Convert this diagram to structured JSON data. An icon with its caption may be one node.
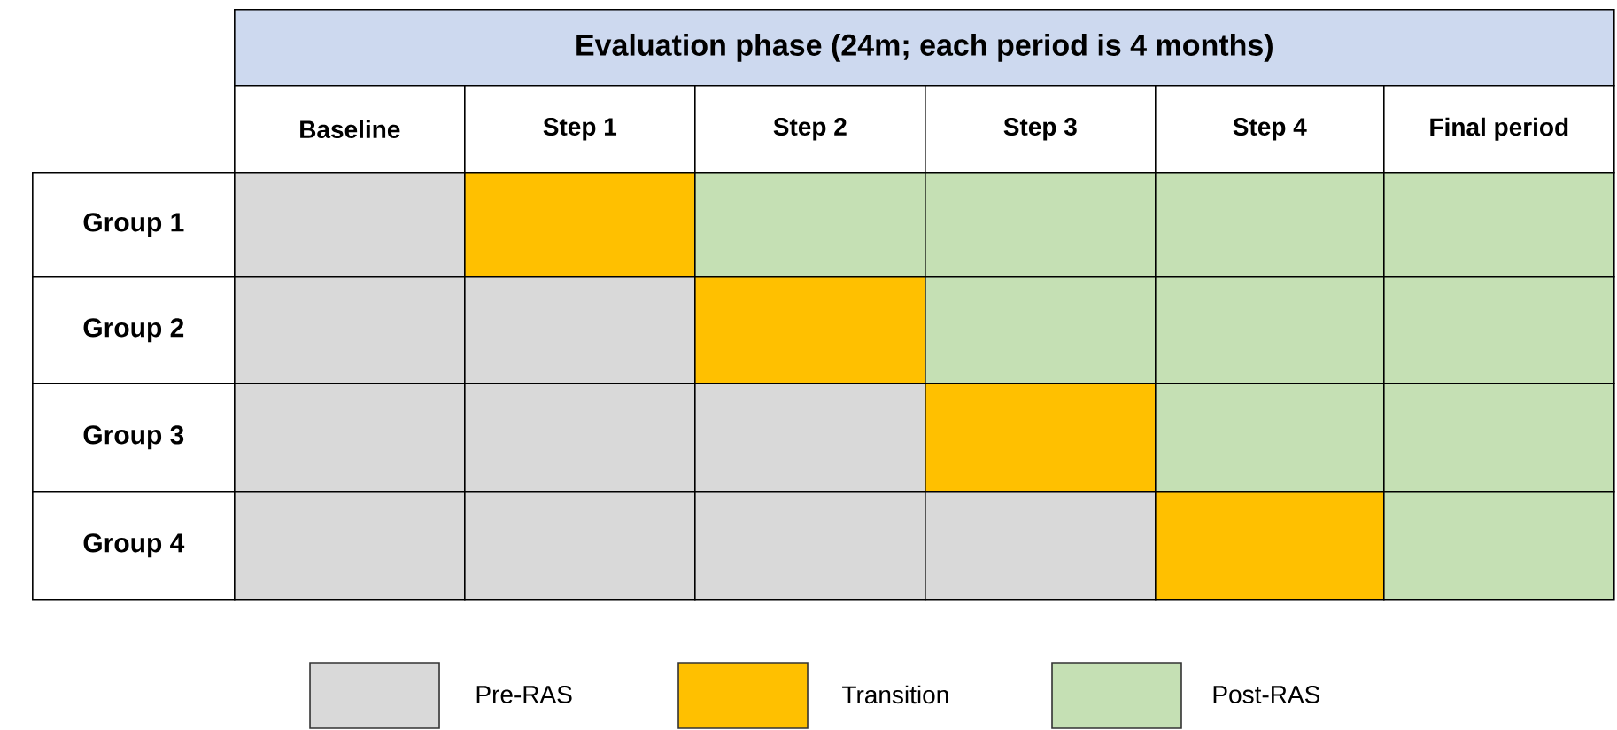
{
  "diagram": {
    "labels": [
      "Evaluation phase (24m; each period is 4 months)",
      "Baseline",
      "Step 1",
      "Step 2",
      "Step 3",
      "Step 4",
      "Final period",
      "Group 1",
      "Group 2",
      "Group 3",
      "Group 4"
    ],
    "legend": [
      {
        "text": "Pre-RAS",
        "color": "#d9d9d9"
      },
      {
        "text": "Transition",
        "color": "#ffc000"
      },
      {
        "text": "Post-RAS",
        "color": "#c5e0b4"
      }
    ]
  }
}
